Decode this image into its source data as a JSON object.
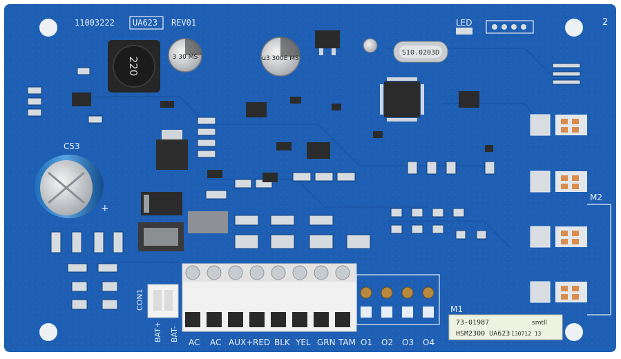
{
  "board": {
    "part_number": "11003222",
    "model_box": "UA623",
    "revision": "REV01",
    "corner_label": "2",
    "led_label": "LED",
    "inductor_value": "220",
    "cap_small_1": "3 30 MS",
    "cap_small_2": "u3 300E MS",
    "crystal_label": "S10.0203D",
    "cap_big_label": "C53",
    "connector_label": "CON1",
    "bat_pos": "BAT+",
    "bat_neg": "BAT-",
    "m1_label": "M1",
    "m2_label": "M2",
    "plus_sign": "+"
  },
  "terminals": [
    "AC",
    "AC",
    "AUX+",
    "RED",
    "BLK",
    "YEL",
    "GRN",
    "TAM"
  ],
  "outputs": [
    "O1",
    "O2",
    "O3",
    "O4"
  ],
  "sticker": {
    "line1": "73-01987",
    "line2": "HSM2300 UA623",
    "line3": "130712 13",
    "brand": "smtll"
  },
  "colors": {
    "pcb": "#1e5fb3",
    "pcb_dark": "#16509a",
    "silk": "#e8eef7",
    "terminal": "#f1f1f1",
    "chip": "#2b2b2b"
  }
}
